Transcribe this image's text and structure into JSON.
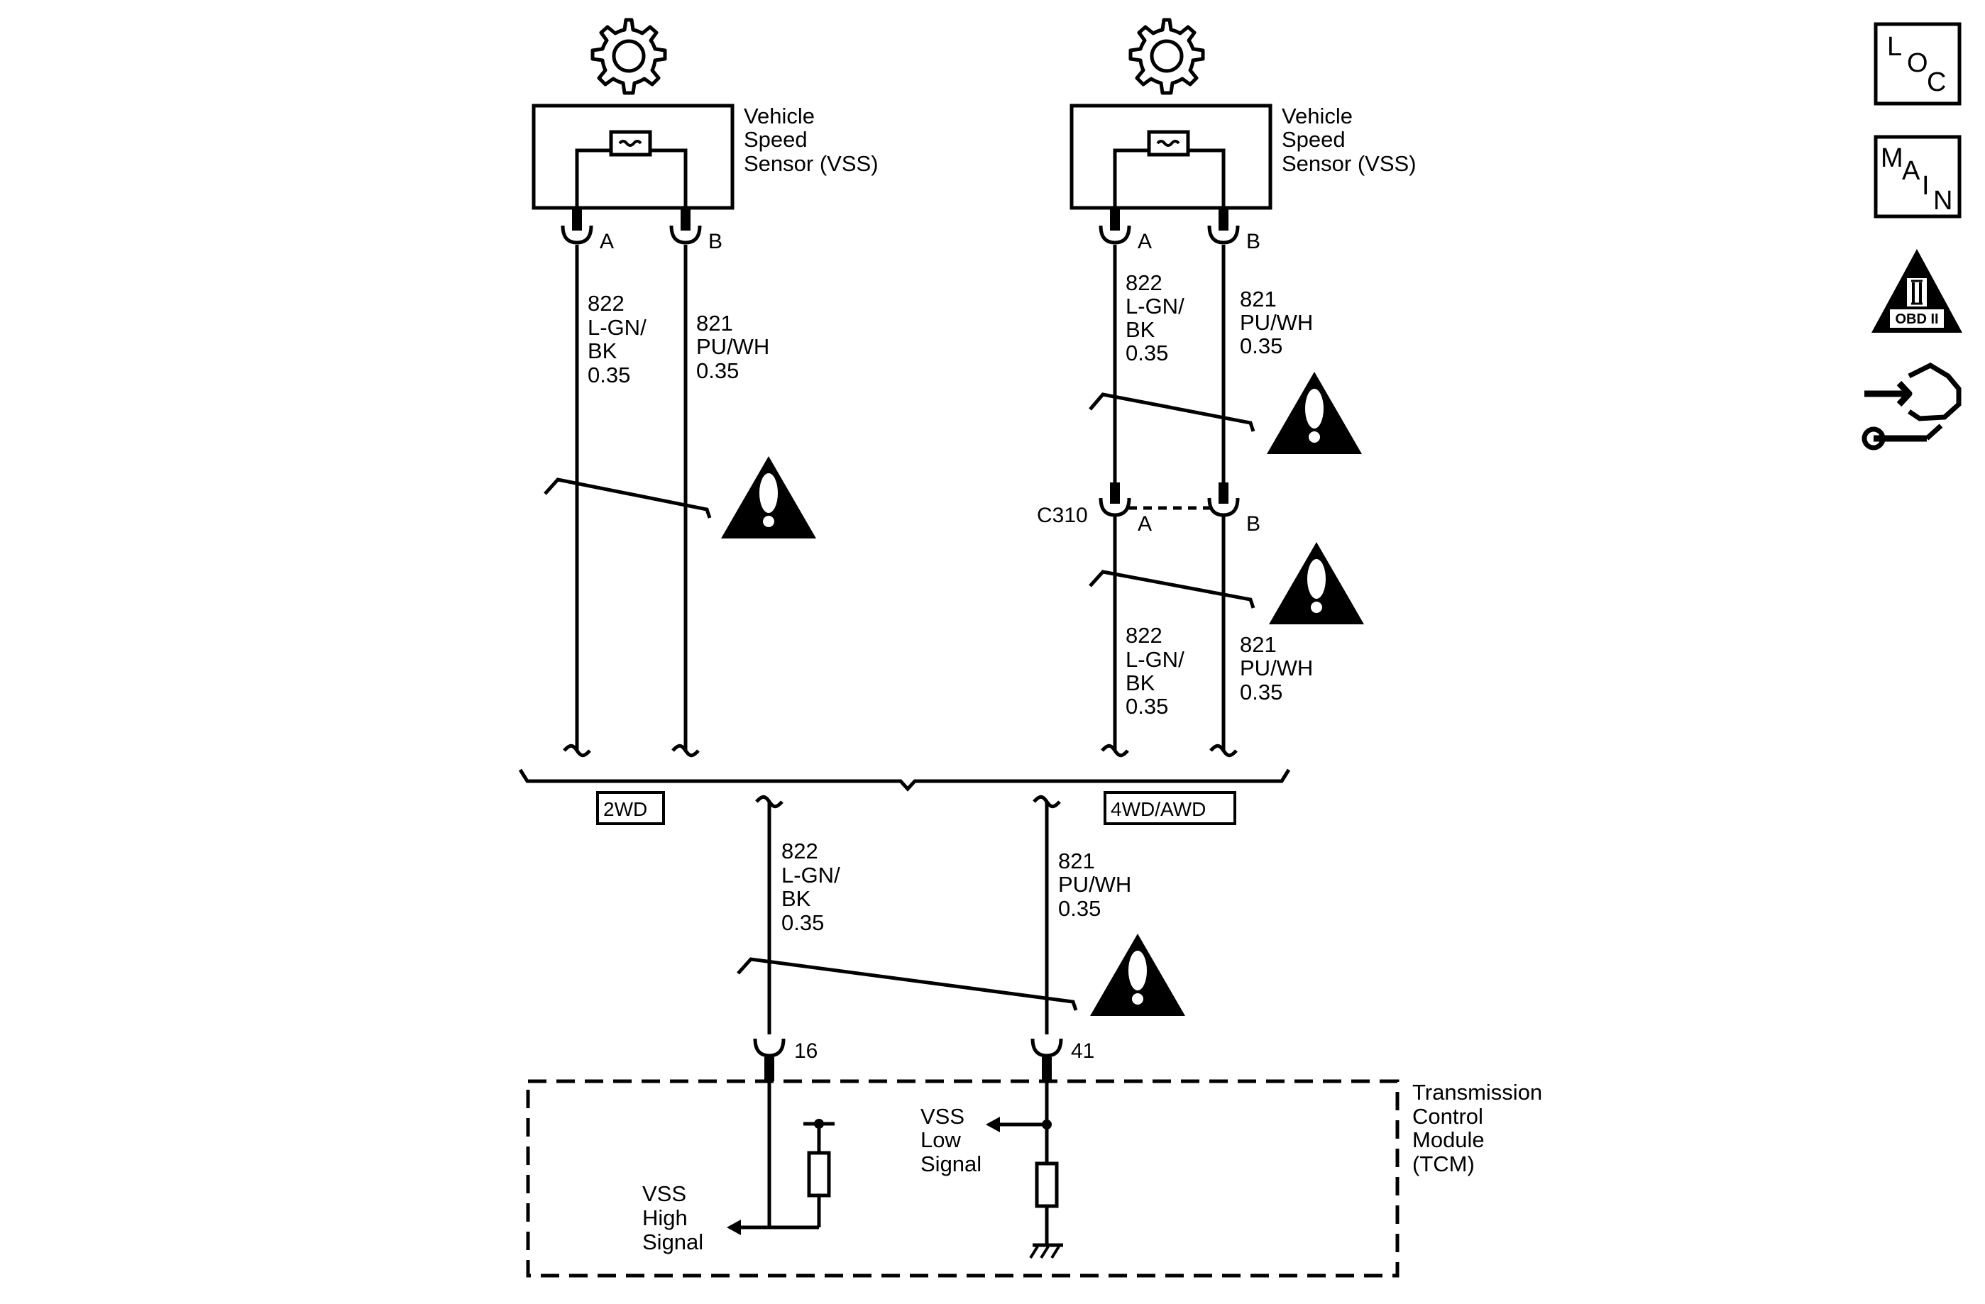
{
  "colors": {
    "ink": "#000000",
    "paper": "#ffffff"
  },
  "sensor_left": {
    "label_lines": [
      "Vehicle",
      "Speed",
      "Sensor (VSS)"
    ],
    "pin_a": "A",
    "pin_b": "B"
  },
  "sensor_right": {
    "label_lines": [
      "Vehicle",
      "Speed",
      "Sensor (VSS)"
    ],
    "pin_a": "A",
    "pin_b": "B"
  },
  "wires": {
    "wire_822": {
      "circuit": "822",
      "color_1": "L-GN/",
      "color_2": "BK",
      "size": "0.35"
    },
    "wire_821": {
      "circuit": "821",
      "color": "PU/WH",
      "size": "0.35"
    }
  },
  "connector_c310": {
    "name": "C310",
    "pin_a": "A",
    "pin_b": "B"
  },
  "options": {
    "two_wd": "2WD",
    "four_wd": "4WD/AWD"
  },
  "tcm": {
    "label_lines": [
      "Transmission",
      "Control",
      "Module",
      "(TCM)"
    ],
    "pin_high": "16",
    "pin_low": "41",
    "high_signal_lines": [
      "VSS",
      "High",
      "Signal"
    ],
    "low_signal_lines": [
      "VSS",
      "Low",
      "Signal"
    ]
  },
  "side_icons": {
    "loc": {
      "icon": "location-icon",
      "letters": [
        "L",
        "O",
        "C"
      ]
    },
    "main": {
      "icon": "main-icon",
      "letters": [
        "M",
        "A",
        "I",
        "N"
      ]
    },
    "obd": {
      "icon": "obd-ii-icon",
      "numeral": "II",
      "label": "OBD II"
    },
    "connector_end_view": {
      "icon": "connector-end-view-icon"
    }
  },
  "warning_icon": "warning-triangle-icon",
  "gear_icon": "gear-icon"
}
